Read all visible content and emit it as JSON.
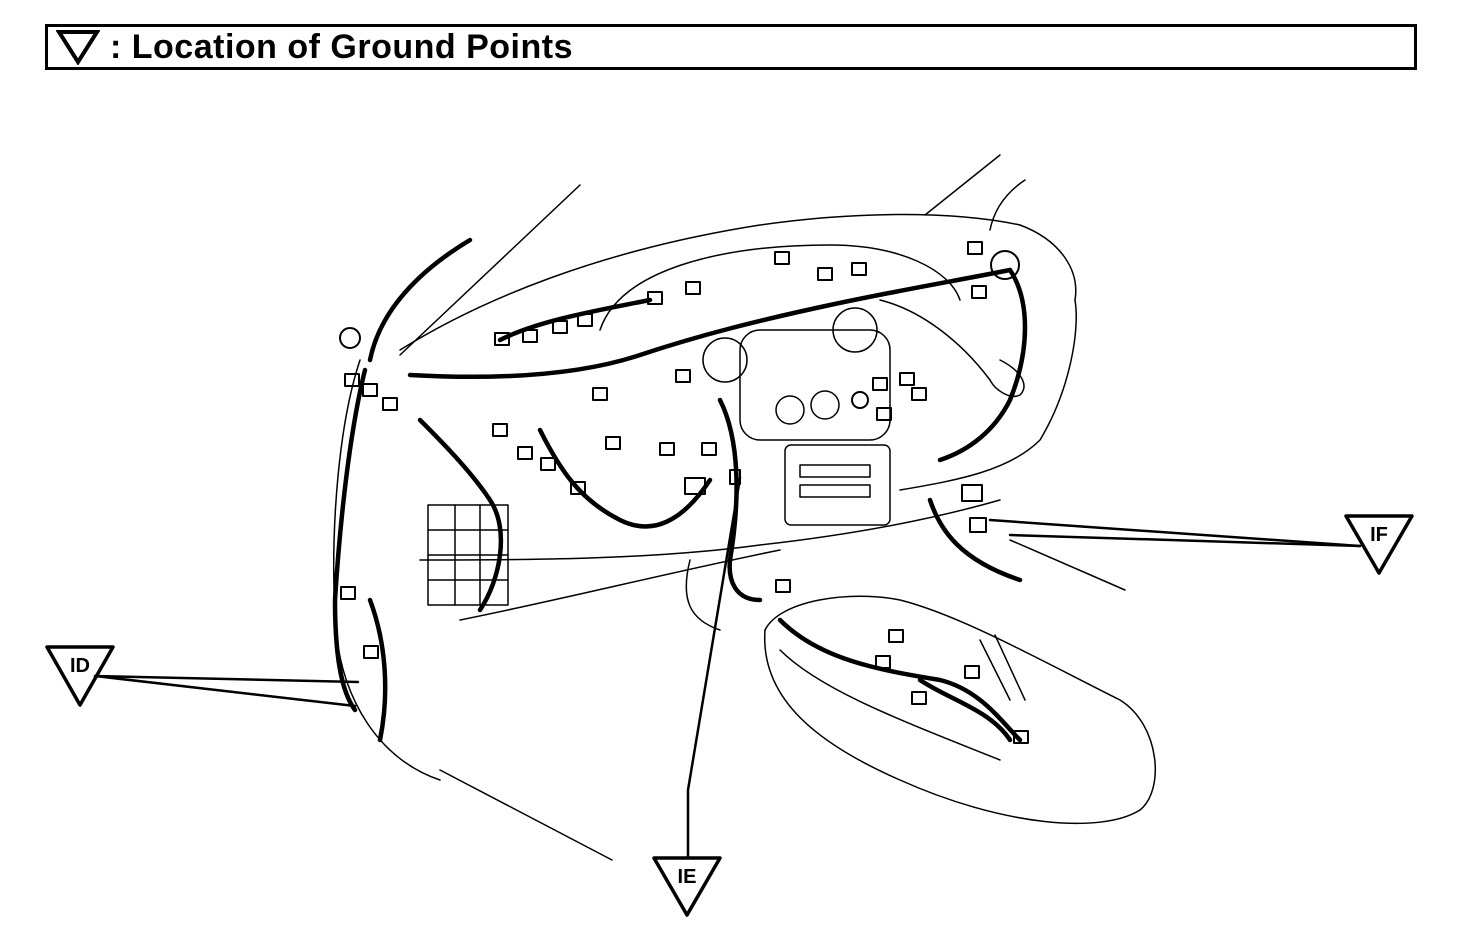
{
  "title": {
    "text": ": Location of Ground Points",
    "icon": "ground-point-triangle-icon"
  },
  "ground_points": [
    {
      "id": "ID",
      "label": "ID"
    },
    {
      "id": "IE",
      "label": "IE"
    },
    {
      "id": "IF",
      "label": "IF"
    }
  ],
  "colors": {
    "ink": "#000000",
    "paper": "#ffffff"
  }
}
